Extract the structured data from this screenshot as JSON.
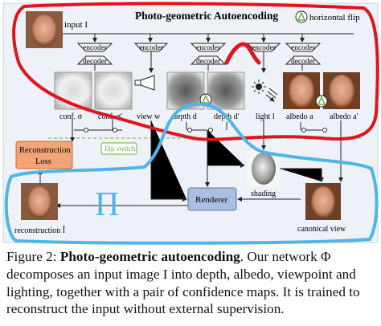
{
  "figure": {
    "title": "Photo-geometric Autoencoding",
    "horizontal_flip_legend": "horizontal flip",
    "input_label": "input I",
    "blocks": {
      "encoder": "encoder",
      "decoder": "decoder",
      "reconstruction_loss_line1": "Reconstruction",
      "reconstruction_loss_line2": "Loss",
      "renderer": "Renderer",
      "flip_switch": "flip switch"
    },
    "outputs": {
      "conf_sigma": "conf. σ",
      "conf_sigma_prime": "conf. σ′",
      "view": "view w",
      "depth": "depth d",
      "depth_prime": "depth d′",
      "light": "light l",
      "albedo": "albedo a",
      "albedo_prime": "albedo a′",
      "shading": "shading",
      "canonical_view": "canonical view",
      "reconstruction": "reconstruction Î"
    },
    "annotation_symbol": "Π",
    "colors": {
      "panel_bg": "#eef2f8",
      "encoder_fill": "#f4f4f4",
      "recon_loss_fill": "#f2a477",
      "renderer_fill": "#a9bee0",
      "flip_switch_color": "#69b04a",
      "annotation_red": "#e0141e",
      "annotation_blue": "#4fb5e8"
    }
  },
  "caption": {
    "label": "Figure 2:",
    "bold_title": "Photo-geometric autoencoding",
    "text": ". Our network Φ decomposes an input image I into depth, albedo, viewpoint and lighting, together with a pair of confidence maps. It is trained to reconstruct the input without external supervision."
  }
}
